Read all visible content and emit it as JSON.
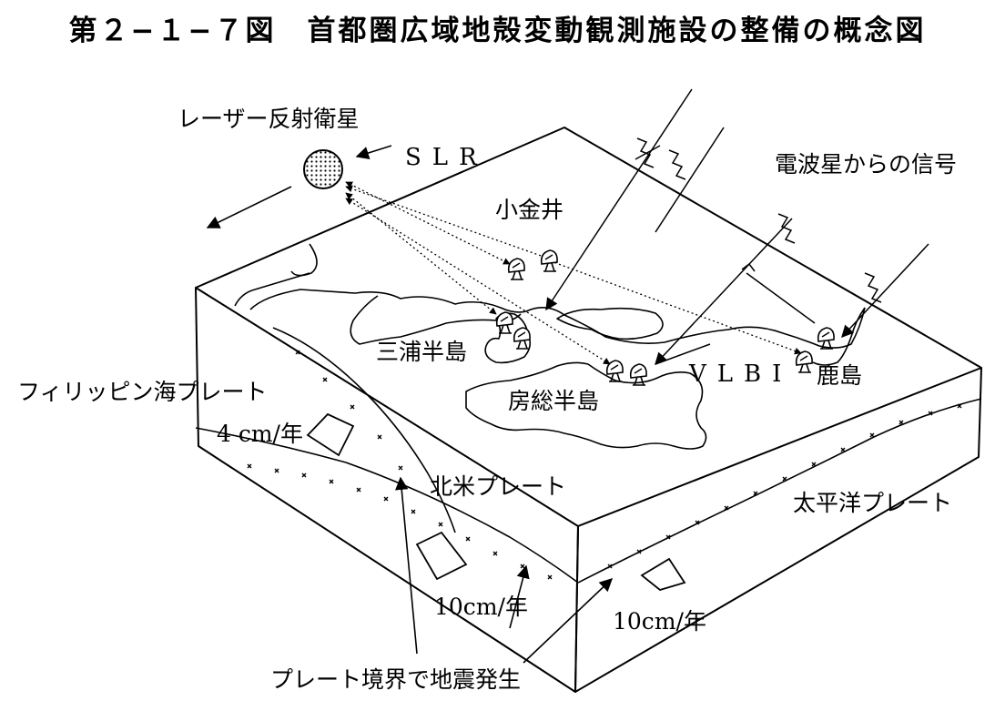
{
  "title": "第２−１−７図　首都圏広域地殻変動観測施設の整備の概念図",
  "labels": {
    "laser_satellite": "レーザー反射衛星",
    "slr": "SLR",
    "radio_signal": "電波星からの信号",
    "koganei": "小金井",
    "miura": "三浦半島",
    "boso": "房総半島",
    "vlbi": "VLBI",
    "kashima": "鹿島",
    "philippine_plate": "フィリッピン海プレート",
    "north_american_plate": "北米プレート",
    "pacific_plate": "太平洋プレート",
    "rate_philippine": "4 cm/年",
    "rate_trench_1": "10cm/年",
    "rate_trench_2": "10cm/年",
    "earthquake": "プレート境界で地震発生"
  },
  "colors": {
    "ink": "#000000",
    "paper": "#ffffff"
  },
  "icons": [
    "satellite-icon",
    "antenna-icon",
    "plate-motion-arrow-icon"
  ]
}
